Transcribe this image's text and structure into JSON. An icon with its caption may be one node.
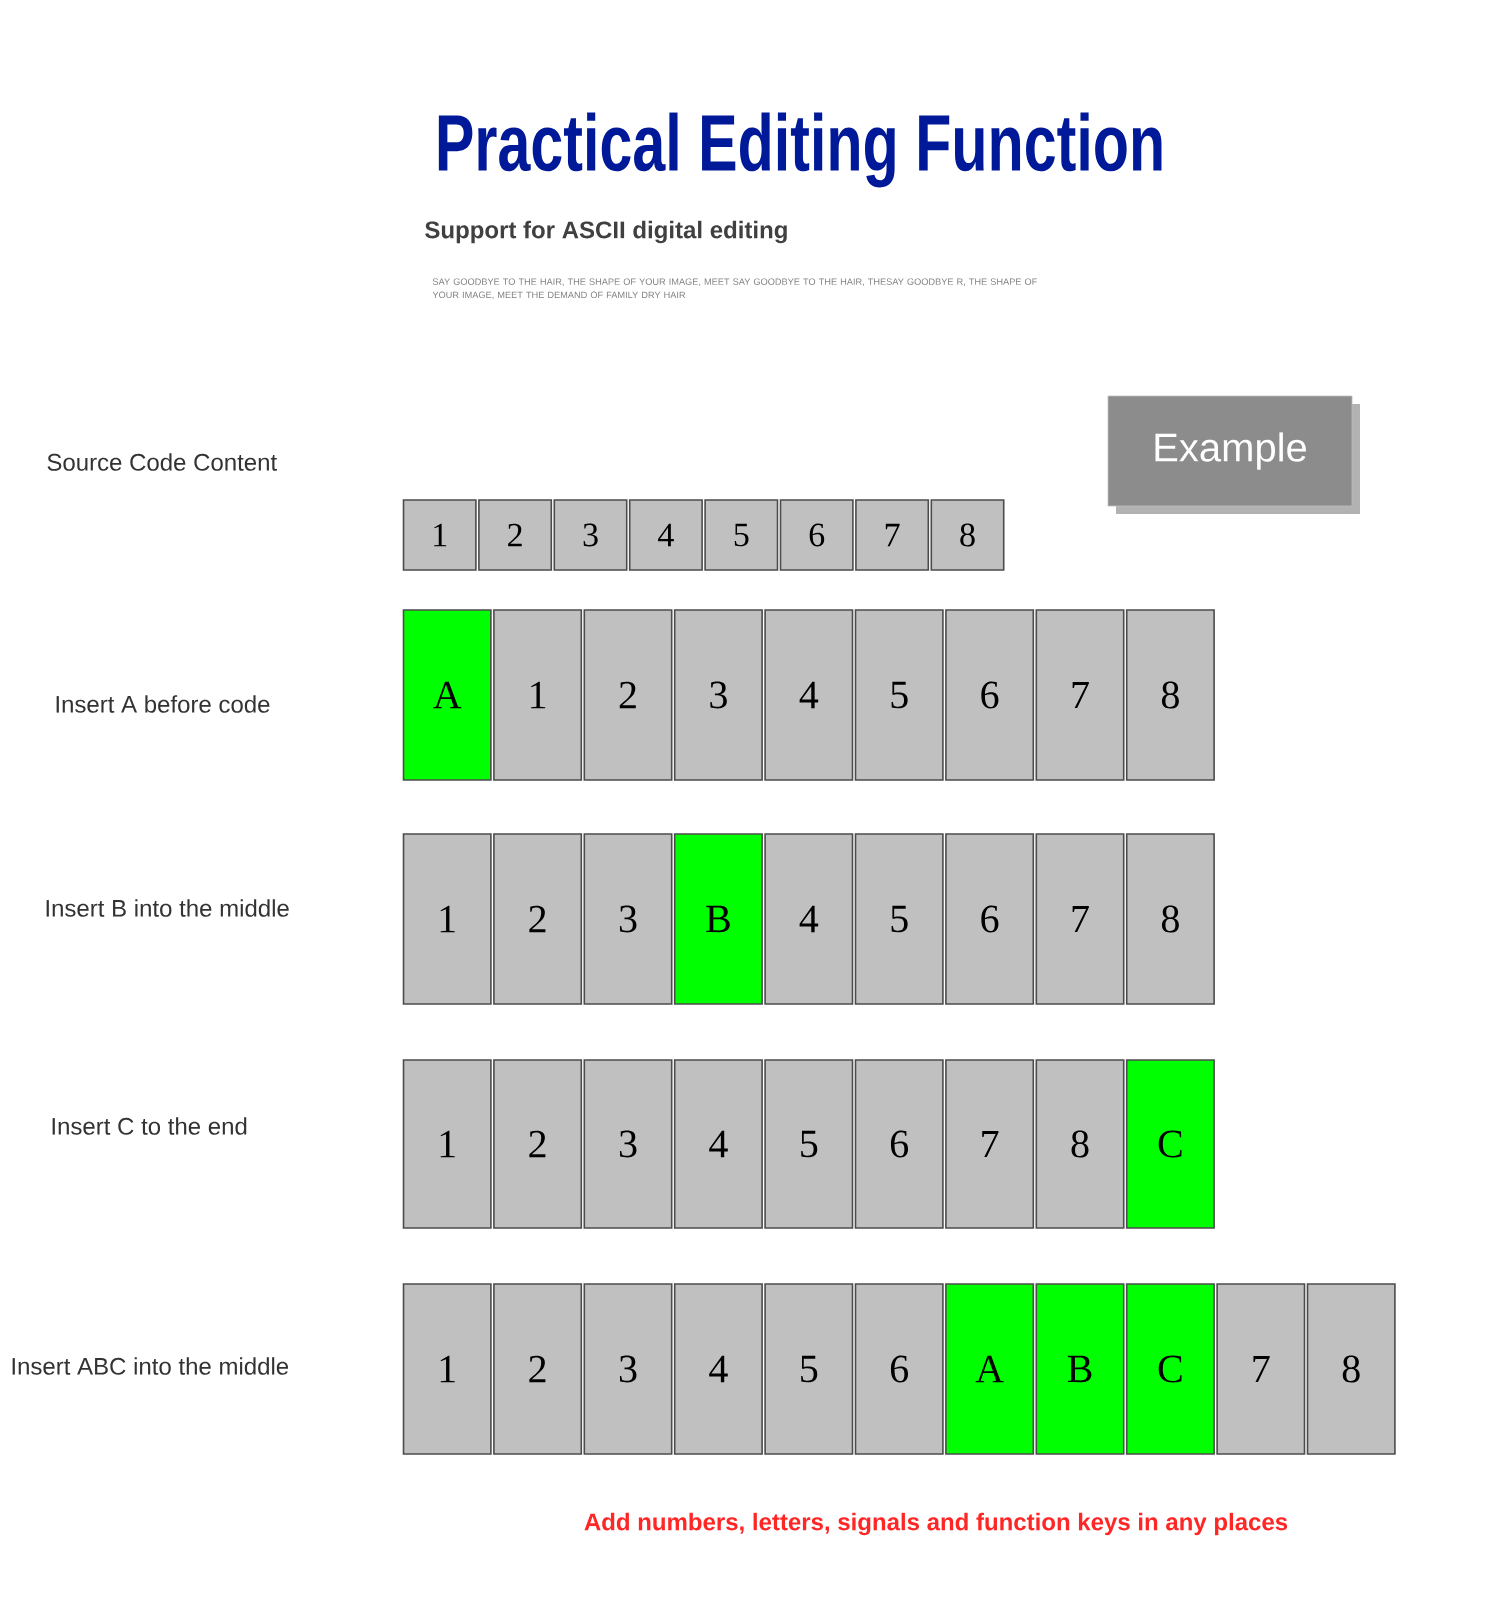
{
  "diagram": {
    "title": "Practical Editing Function",
    "nodes": [
      {
        "text": [
          "1"
        ]
      },
      {
        "text": [
          "2"
        ]
      },
      {
        "text": [
          "3"
        ]
      },
      {
        "text": [
          "4"
        ]
      },
      {
        "text": [
          "5"
        ]
      },
      {
        "text": [
          "6"
        ]
      },
      {
        "text": [
          "7"
        ]
      },
      {
        "text": [
          "8"
        ]
      },
      {
        "text": [
          "Example"
        ]
      },
      {
        "text": [
          "A"
        ]
      },
      {
        "text": [
          "1"
        ]
      },
      {
        "text": [
          "2"
        ]
      },
      {
        "text": [
          "3"
        ]
      },
      {
        "text": [
          "4"
        ]
      },
      {
        "text": [
          "5"
        ]
      },
      {
        "text": [
          "6"
        ]
      },
      {
        "text": [
          "7"
        ]
      },
      {
        "text": [
          "8"
        ]
      },
      {
        "text": [
          "1"
        ]
      },
      {
        "text": [
          "2"
        ]
      },
      {
        "text": [
          "3"
        ]
      },
      {
        "text": [
          "B"
        ]
      },
      {
        "text": [
          "4"
        ]
      },
      {
        "text": [
          "5"
        ]
      },
      {
        "text": [
          "6"
        ]
      },
      {
        "text": [
          "7"
        ]
      },
      {
        "text": [
          "8"
        ]
      },
      {
        "text": [
          "1"
        ]
      },
      {
        "text": [
          "2"
        ]
      },
      {
        "text": [
          "3"
        ]
      },
      {
        "text": [
          "4"
        ]
      },
      {
        "text": [
          "5"
        ]
      },
      {
        "text": [
          "6"
        ]
      },
      {
        "text": [
          "7"
        ]
      },
      {
        "text": [
          "8"
        ]
      },
      {
        "text": [
          "C"
        ]
      },
      {
        "text": [
          "1"
        ]
      },
      {
        "text": [
          "2"
        ]
      },
      {
        "text": [
          "3"
        ]
      },
      {
        "text": [
          "4"
        ]
      },
      {
        "text": [
          "5"
        ]
      },
      {
        "text": [
          "6"
        ]
      },
      {
        "text": [
          "A"
        ]
      },
      {
        "text": [
          "B"
        ]
      },
      {
        "text": [
          "C"
        ]
      },
      {
        "text": [
          "7"
        ]
      },
      {
        "text": [
          "8"
        ]
      }
    ],
    "labels": [
      "Support for ASCII digital editing",
      "SAY GOODBYE TO THE HAIR, THE SHAPE OF YOUR IMAGE, MEET SAY GOODBYE TO THE HAIR, THESAY GOODBYE R, THE SHAPE OF YOUR IMAGE, MEET THE DEMAND OF FAMILY DRY HAIR",
      "Source Code Content",
      "Insert A before code",
      "Insert B into the middle",
      "Insert C to the end",
      "Insert ABC into the middle",
      "Add numbers, letters, signals and function keys in any places"
    ]
  }
}
